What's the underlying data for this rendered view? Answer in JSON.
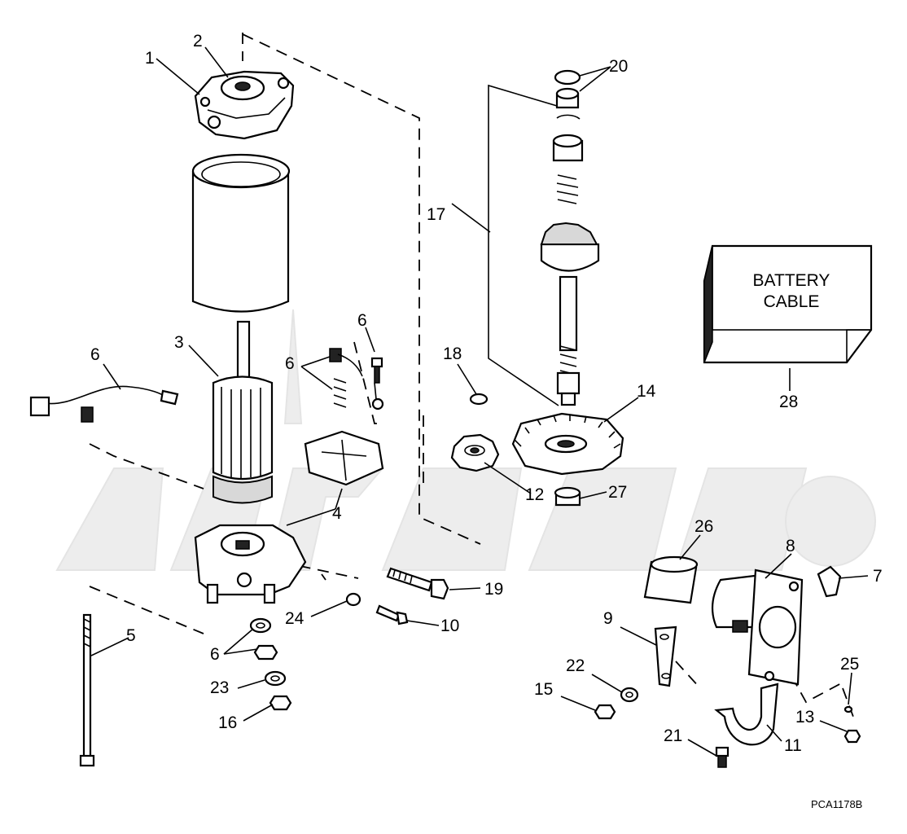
{
  "callouts": {
    "c1": "1",
    "c2": "2",
    "c3": "3",
    "c4": "4",
    "c5": "5",
    "c6a": "6",
    "c6b": "6",
    "c6c": "6",
    "c6d": "6",
    "c7": "7",
    "c8": "8",
    "c9": "9",
    "c10": "10",
    "c11": "11",
    "c12": "12",
    "c13": "13",
    "c14": "14",
    "c15": "15",
    "c16": "16",
    "c17": "17",
    "c18": "18",
    "c19": "19",
    "c20": "20",
    "c21": "21",
    "c22": "22",
    "c23": "23",
    "c24": "24",
    "c25": "25",
    "c26": "26",
    "c27": "27",
    "c28": "28"
  },
  "battery_box": {
    "line1": "BATTERY",
    "line2": "CABLE"
  },
  "diagram_code": "PCA1178B"
}
